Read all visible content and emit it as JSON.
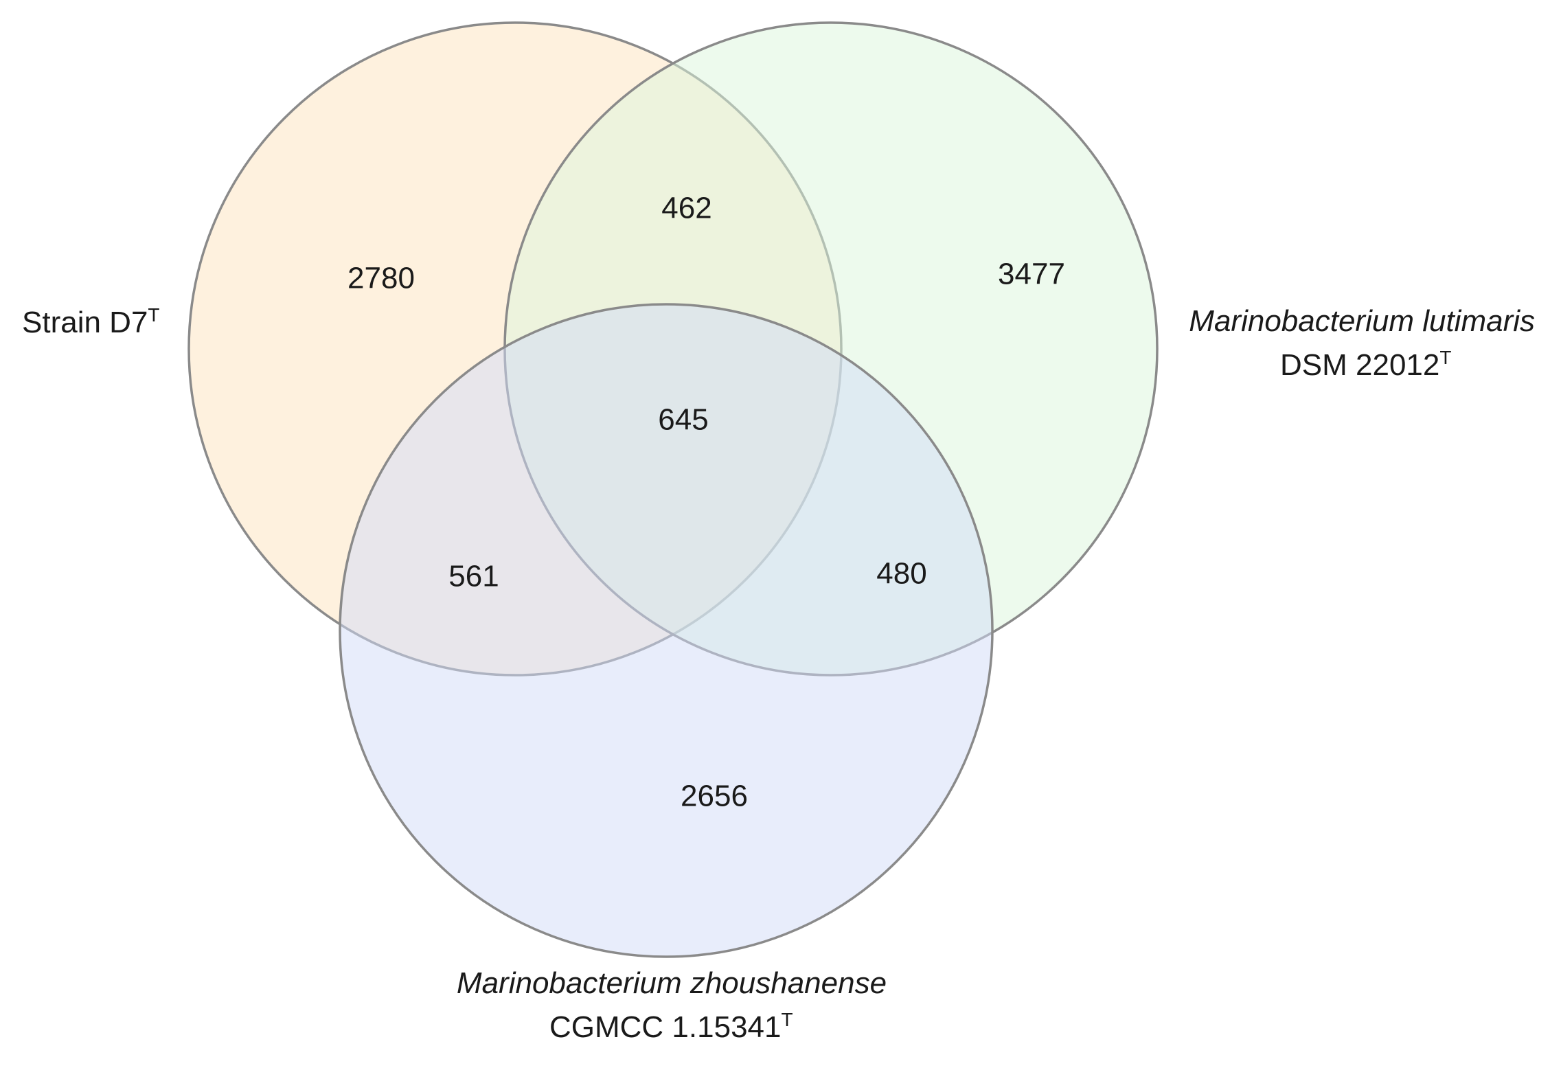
{
  "sets": [
    {
      "id": "d7",
      "name_line1": "Strain D7",
      "name_line1_sup": "T",
      "name_line2": "",
      "name_line2_sup": "",
      "fill": "#fde9cc"
    },
    {
      "id": "lutimaris",
      "name_line1": "Marinobacterium lutimaris",
      "name_line1_sup": "",
      "name_line2": "DSM 22012",
      "name_line2_sup": "T",
      "fill": "#dcf5dc"
    },
    {
      "id": "zhoushanense",
      "name_line1": "Marinobacterium zhoushanense",
      "name_line1_sup": "",
      "name_line2": "CGMCC 1.15341",
      "name_line2_sup": "T",
      "fill": "#d2dcf8"
    }
  ],
  "regions": {
    "d7_only": "2780",
    "lutimaris_only": "3477",
    "zhoushanense_only": "2656",
    "d7_lutimaris": "462",
    "d7_zhoushanense": "561",
    "lutimaris_zhoushanense": "480",
    "all_three": "645"
  }
}
